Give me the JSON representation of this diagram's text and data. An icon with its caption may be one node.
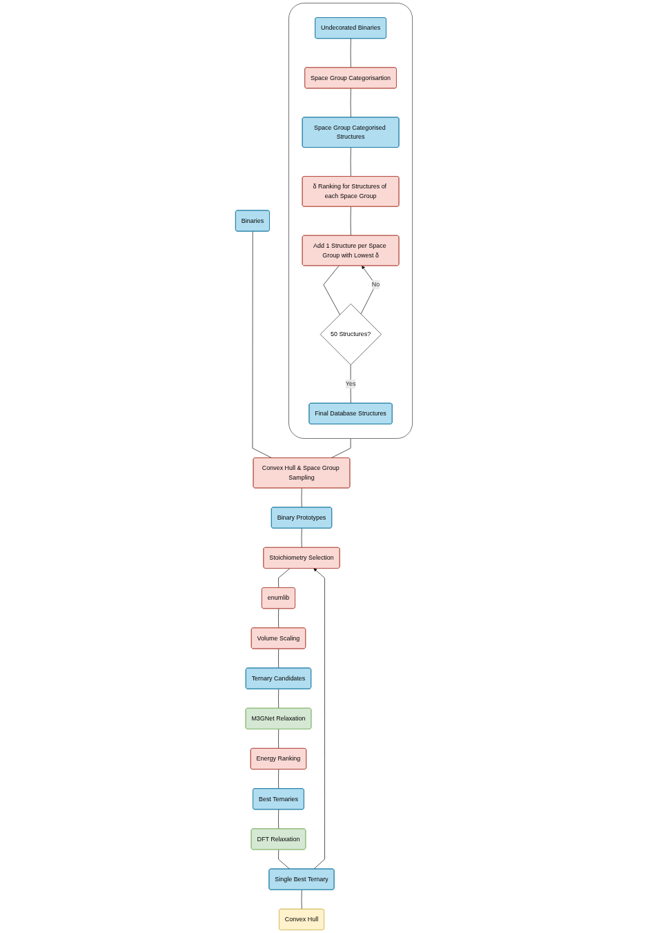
{
  "diagram": {
    "nodes": [
      {
        "text": [
          "Binaries"
        ]
      },
      {
        "text": [
          "Convex Hull & Space Group Sampling"
        ]
      },
      {
        "text": [
          "Binary Prototypes"
        ]
      },
      {
        "text": [
          "Stoichiometry Selection"
        ]
      },
      {
        "text": [
          "enumlib"
        ]
      },
      {
        "text": [
          "Volume Scaling"
        ]
      },
      {
        "text": [
          "Ternary Candidates"
        ]
      },
      {
        "text": [
          "M3GNet Relaxation"
        ]
      },
      {
        "text": [
          "Energy Ranking"
        ]
      },
      {
        "text": [
          "Best Ternaries"
        ]
      },
      {
        "text": [
          "DFT Relaxation"
        ]
      },
      {
        "text": [
          "Single Best Ternary"
        ]
      },
      {
        "text": [
          "Convex Hull"
        ]
      },
      {
        "text": [],
        "shape": "box"
      },
      {
        "text": [
          "Undecorated Binaries"
        ],
        "in": 13
      },
      {
        "text": [
          "Space Group Categorisartion"
        ],
        "in": 13
      },
      {
        "text": [
          "Space Group Categorised Structures"
        ],
        "in": 13
      },
      {
        "text": [
          "δ Ranking for Structures of each Space Group"
        ],
        "in": 13
      },
      {
        "text": [
          "Add 1 Structure per Space Group with Lowest δ"
        ],
        "in": 13
      },
      {
        "text": [
          "50 Structures?"
        ],
        "in": 13
      },
      {
        "text": [
          "Final Database Structures"
        ],
        "in": 13
      }
    ],
    "edges": [
      {
        "from": 0,
        "to": 1,
        "arrow": "none"
      },
      {
        "from": 1,
        "to": 2,
        "arrow": "none"
      },
      {
        "from": 2,
        "to": 3,
        "arrow": "none"
      },
      {
        "from": 3,
        "to": 4,
        "arrow": "none"
      },
      {
        "from": 4,
        "to": 5,
        "arrow": "none"
      },
      {
        "from": 5,
        "to": 6,
        "arrow": "none"
      },
      {
        "from": 6,
        "to": 7,
        "arrow": "none"
      },
      {
        "from": 7,
        "to": 8,
        "arrow": "none"
      },
      {
        "from": 8,
        "to": 9,
        "arrow": "none"
      },
      {
        "from": 9,
        "to": 10,
        "arrow": "none"
      },
      {
        "from": 10,
        "to": 11,
        "arrow": "none"
      },
      {
        "from": 11,
        "to": 12,
        "arrow": "none"
      },
      {
        "from": 11,
        "to": 3,
        "arrow": "to"
      },
      {
        "from": 13,
        "to": 1,
        "arrow": "none"
      },
      {
        "from": 14,
        "to": 15,
        "arrow": "none"
      },
      {
        "from": 15,
        "to": 16,
        "arrow": "none"
      },
      {
        "from": 16,
        "to": 17,
        "arrow": "none"
      },
      {
        "from": 17,
        "to": 18,
        "arrow": "none"
      },
      {
        "from": 18,
        "to": 19,
        "arrow": "none"
      },
      {
        "from": 19,
        "to": 18,
        "arrow": "to",
        "label": "No"
      },
      {
        "from": 19,
        "to": 20,
        "arrow": "none",
        "label": "Yes"
      }
    ]
  }
}
